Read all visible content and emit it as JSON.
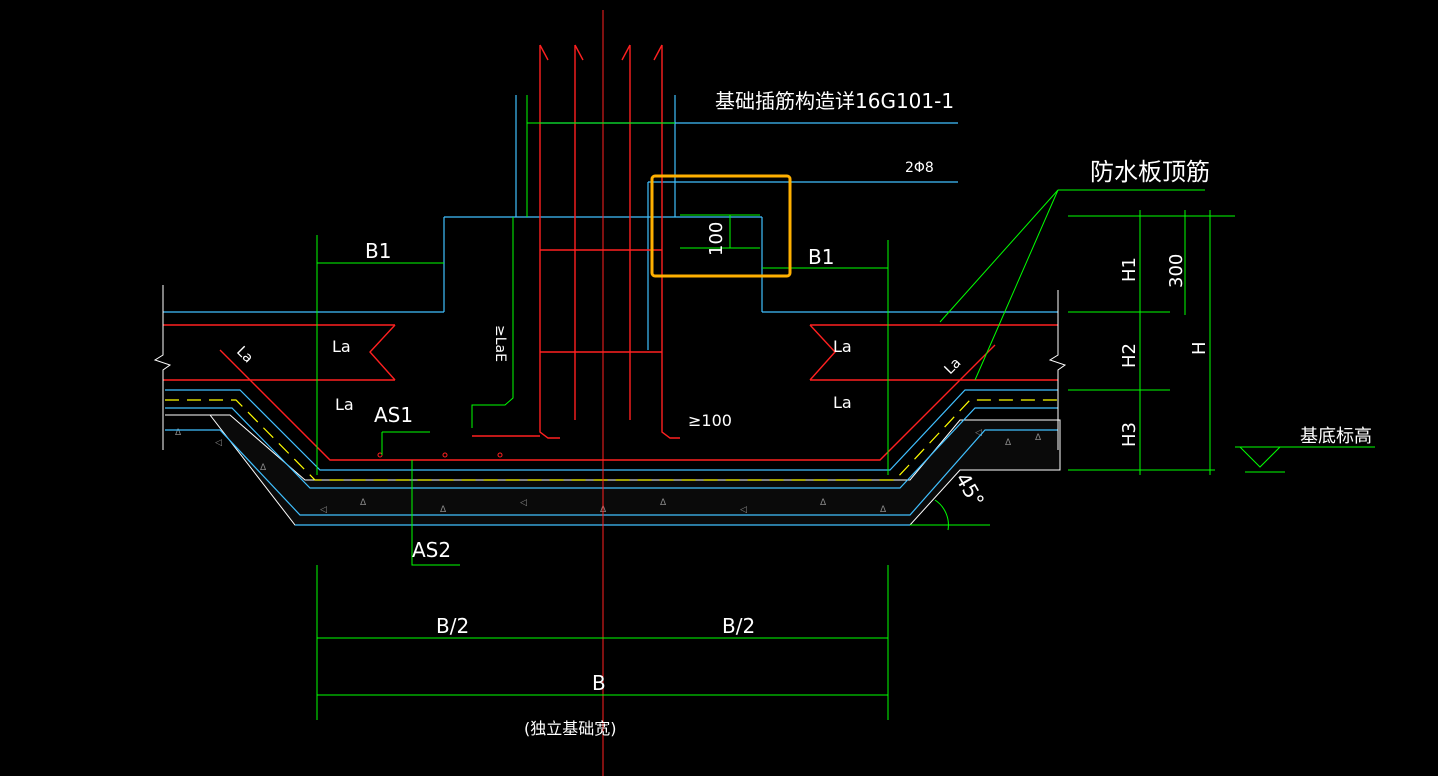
{
  "labels": {
    "rebar_detail_note": "基础插筋构造详16G101-1",
    "rebar_2phi8": "2Φ8",
    "waterproof_top_bar": "防水板顶筋",
    "b1_left": "B1",
    "b1_right": "B1",
    "dim_100": "100",
    "la_left_top": "La",
    "la_left_bottom": "La",
    "la_right_top": "La",
    "la_right_bottom": "La",
    "la_left_diag": "La",
    "la_right_diag": "La",
    "lae_vertical": "≥LaE",
    "ge_100": "≥100",
    "as1": "AS1",
    "as2": "AS2",
    "h1": "H1",
    "h2": "H2",
    "h3": "H3",
    "h": "H",
    "dim_300": "300",
    "base_elevation": "基底标高",
    "half_b_left": "B/2",
    "half_b_right": "B/2",
    "b_total": "B",
    "b_note": "(独立基础宽)",
    "angle_45": "45°"
  },
  "colors": {
    "background": "#000000",
    "rebar_red": "#ff2020",
    "outline_cyan": "#40c0ff",
    "dimension_green": "#00ff00",
    "highlight_orange": "#ffb000",
    "waterproof_yellow": "#ffff00",
    "text_white": "#ffffff"
  }
}
